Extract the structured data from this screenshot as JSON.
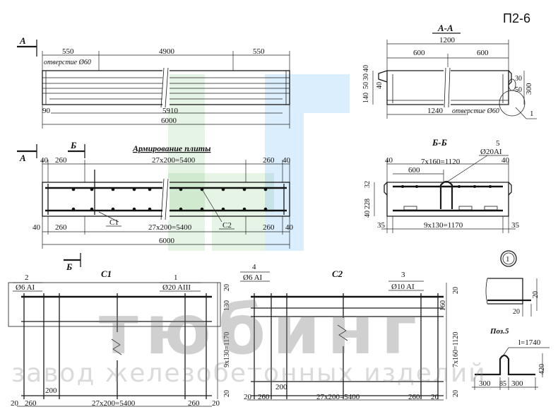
{
  "sheet_code": "П2-6",
  "plan": {
    "section_marker": "А",
    "dims_top": [
      "550",
      "4900",
      "550"
    ],
    "hole_note": "отверстие Ø60",
    "dim_left_small": "90",
    "dim_inner": "5910",
    "dim_total": "6000"
  },
  "section_aa": {
    "title": "А-А",
    "dim_total_top": "1200",
    "dims_top": [
      "600",
      "600"
    ],
    "dims_left": [
      "140",
      "50",
      "30",
      "40"
    ],
    "dims_right": [
      "30",
      "50",
      "300"
    ],
    "dim_inner_left": "40",
    "dim_bottom": "1240",
    "hole_note": "отверстие Ø60",
    "callout": "1"
  },
  "reinforcement": {
    "title": "Армирование плиты",
    "cut_marker": "Б",
    "side_marker": "А",
    "dims_top": [
      "40",
      "260",
      "27x200=5400",
      "260",
      "40"
    ],
    "dims_bottom": [
      "40",
      "260",
      "27x200=5400",
      "260",
      "40"
    ],
    "dim_total": "6000",
    "label_c1": "С1",
    "label_c2": "С2"
  },
  "section_bb": {
    "title": "Б-Б",
    "callout": "5",
    "bar_spec": "Ø20АI",
    "dim_top": "7x160=1120",
    "dims_top_side": [
      "40",
      "40"
    ],
    "dim_600": "600",
    "dims_left": [
      "32",
      "228",
      "40"
    ],
    "dims_bottom": [
      "35",
      "9x130=1170",
      "35"
    ]
  },
  "cage_c1": {
    "title": "С1",
    "callout_left": "2",
    "spec_left": "Ø6 AI",
    "callout_right": "1",
    "spec_right": "Ø20 AIII",
    "dims_right": [
      "20",
      "130",
      "9x130=1170",
      "20"
    ],
    "dim_inner_left": "200",
    "dims_bottom": [
      "20",
      "260",
      "27x200=5400",
      "260",
      "20"
    ]
  },
  "cage_c2": {
    "title": "С2",
    "callout_left": "4",
    "spec_left": "Ø6 AI",
    "callout_right": "3",
    "spec_right": "Ø10 AI",
    "dims_right": [
      "20",
      "160",
      "7x160=1120",
      "20"
    ],
    "dim_inner_left": "200",
    "dims_bottom": [
      "20",
      "260",
      "27x200=5400",
      "260",
      "20"
    ]
  },
  "detail_1": {
    "callout": "1",
    "dims": [
      "20",
      "20"
    ]
  },
  "poz5": {
    "title": "Поз.5",
    "length": "l=1740",
    "height": "420",
    "dims": [
      "300",
      "85",
      "300"
    ]
  },
  "watermark": {
    "brand": "тюбинг",
    "subtitle": "завод железобетонных изделий"
  }
}
